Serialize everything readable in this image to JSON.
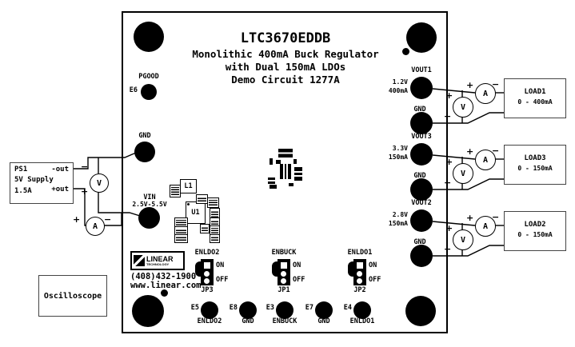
{
  "board": {
    "title": "LTC3670EDDB",
    "subtitle1": "Monolithic 400mA Buck Regulator",
    "subtitle2": "with Dual 150mA LDOs",
    "subtitle3": "Demo Circuit 1277A",
    "ic_label": "U1",
    "inductor_label": "L1",
    "logo": {
      "brand": "LINEAR",
      "brand_sub": "TECHNOLOGY",
      "phone": "(408)432-1900",
      "web": "www.linear.com"
    }
  },
  "left_panel": {
    "pgood": {
      "tp": "E6",
      "label": "PGOOD"
    },
    "gnd": "GND",
    "vin": {
      "label": "VIN",
      "range": "2.5V-5.5V"
    },
    "supply": {
      "name": "PS1",
      "type": "5V Supply",
      "current": "1.5A",
      "neg_terminal": "-out",
      "pos_terminal": "+out"
    },
    "oscilloscope": "Oscilloscope"
  },
  "meters": {
    "ammeter": "A",
    "voltmeter": "V",
    "plus": "+",
    "minus": "−"
  },
  "outputs": [
    {
      "pad": "VOUT1",
      "voltage": "1.2V",
      "current": "400mA",
      "gnd": "GND",
      "load_name": "LOAD1",
      "load_range": "0 - 400mA"
    },
    {
      "pad": "VOUT3",
      "voltage": "3.3V",
      "current": "150mA",
      "gnd": "GND",
      "load_name": "LOAD3",
      "load_range": "0 - 150mA"
    },
    {
      "pad": "VOUT2",
      "voltage": "2.8V",
      "current": "150mA",
      "gnd": "GND",
      "load_name": "LOAD2",
      "load_range": "0 - 150mA"
    }
  ],
  "jumpers": [
    {
      "label": "ENLDO2",
      "id": "JP3",
      "on": "ON",
      "off": "OFF"
    },
    {
      "label": "ENBUCK",
      "id": "JP1",
      "on": "ON",
      "off": "OFF"
    },
    {
      "label": "ENLDO1",
      "id": "JP2",
      "on": "ON",
      "off": "OFF"
    }
  ],
  "test_points": [
    {
      "id": "E5",
      "signal": "ENLDO2"
    },
    {
      "id": "E8",
      "signal": "GND"
    },
    {
      "id": "E3",
      "signal": "ENBUCK"
    },
    {
      "id": "E7",
      "signal": "GND"
    },
    {
      "id": "E4",
      "signal": "ENLDO1"
    }
  ]
}
